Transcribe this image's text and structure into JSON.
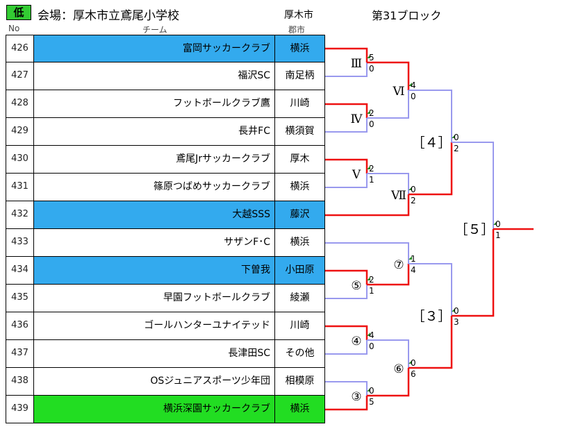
{
  "header": {
    "level_badge": "低",
    "venue": "会場：厚木市立鳶尾小学校",
    "venue_city": "厚木市",
    "block_title": "第31ブロック",
    "col_no": "No",
    "col_team": "チーム",
    "col_city": "郡市"
  },
  "teams": [
    {
      "no": "426",
      "name": "富岡サッカークラブ",
      "city": "横浜",
      "highlight": "blue"
    },
    {
      "no": "427",
      "name": "福沢SC",
      "city": "南足柄",
      "highlight": ""
    },
    {
      "no": "428",
      "name": "フットボールクラブ鷹",
      "city": "川崎",
      "highlight": ""
    },
    {
      "no": "429",
      "name": "長井FC",
      "city": "横須賀",
      "highlight": ""
    },
    {
      "no": "430",
      "name": "鳶尾Jrサッカークラブ",
      "city": "厚木",
      "highlight": ""
    },
    {
      "no": "431",
      "name": "篠原つばめサッカークラブ",
      "city": "横浜",
      "highlight": ""
    },
    {
      "no": "432",
      "name": "大越SSS",
      "city": "藤沢",
      "highlight": "blue"
    },
    {
      "no": "433",
      "name": "サザンF･C",
      "city": "横浜",
      "highlight": ""
    },
    {
      "no": "434",
      "name": "下曽我",
      "city": "小田原",
      "highlight": "blue"
    },
    {
      "no": "435",
      "name": "早園フットボールクラブ",
      "city": "綾瀬",
      "highlight": ""
    },
    {
      "no": "436",
      "name": "ゴールハンターユナイテッド",
      "city": "川崎",
      "highlight": ""
    },
    {
      "no": "437",
      "name": "長津田SC",
      "city": "その他",
      "highlight": ""
    },
    {
      "no": "438",
      "name": "OSジュニアスポーツ少年団",
      "city": "相模原",
      "highlight": ""
    },
    {
      "no": "439",
      "name": "横浜深園サッカークラブ",
      "city": "横浜",
      "highlight": "green"
    }
  ],
  "matches": [
    {
      "label": "Ⅲ",
      "score_top": "5",
      "score_bottom": "0"
    },
    {
      "label": "Ⅳ",
      "score_top": "2",
      "score_bottom": "0"
    },
    {
      "label": "Ⅴ",
      "score_top": "2",
      "score_bottom": "1"
    },
    {
      "label": "Ⅵ",
      "score_top": "4",
      "score_bottom": "0"
    },
    {
      "label": "Ⅶ",
      "score_top": "0",
      "score_bottom": "2"
    },
    {
      "label": "［４］",
      "score_top": "0",
      "score_bottom": "2"
    },
    {
      "label": "⑤",
      "score_top": "2",
      "score_bottom": "1"
    },
    {
      "label": "④",
      "score_top": "4",
      "score_bottom": "0"
    },
    {
      "label": "③",
      "score_top": "0",
      "score_bottom": "5"
    },
    {
      "label": "⑦",
      "score_top": "1",
      "score_bottom": "4"
    },
    {
      "label": "⑥",
      "score_top": "0",
      "score_bottom": "6"
    },
    {
      "label": "［３］",
      "score_top": "0",
      "score_bottom": "3"
    },
    {
      "label": "［５］",
      "score_top": "0",
      "score_bottom": "1"
    }
  ],
  "colors": {
    "winner_line": "#ee1111",
    "loser_line": "#9999ee",
    "blue_highlight": "#33aaee",
    "green_highlight": "#22dd22",
    "badge": "#33cc33"
  }
}
